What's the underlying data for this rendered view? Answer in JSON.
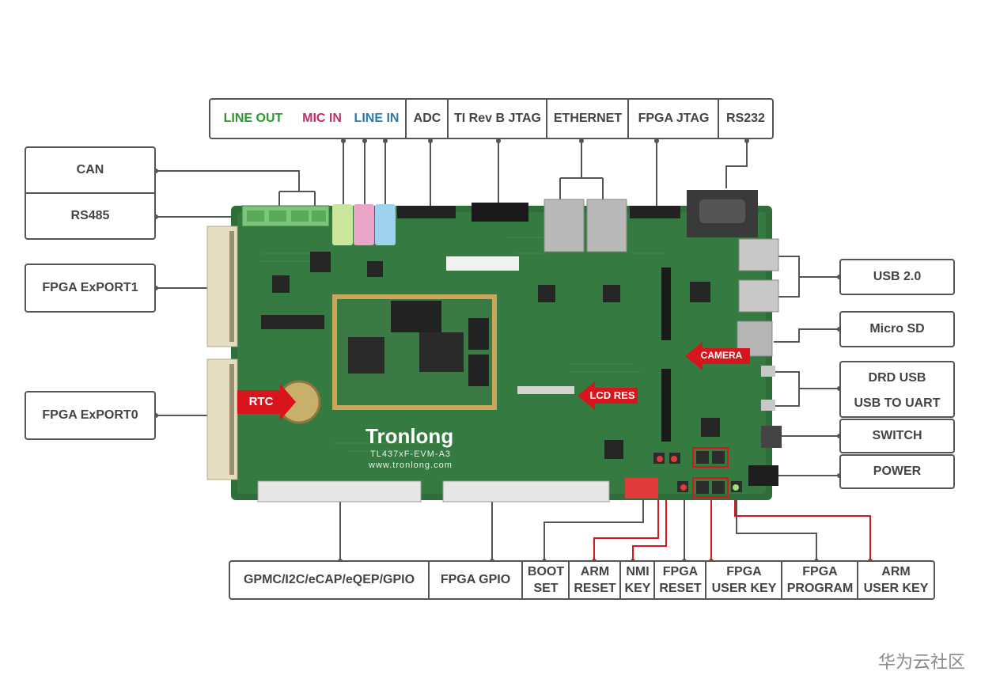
{
  "board": {
    "brand": "Tronlong",
    "model": "TL437xF-EVM-A3",
    "website": "www.tronlong.com",
    "callouts": {
      "rtc": "RTC",
      "lcd_res": "LCD RES",
      "camera": "CAMERA"
    }
  },
  "top_labels": {
    "line_out": "LINE OUT",
    "mic_in": "MIC IN",
    "line_in": "LINE IN",
    "adc": "ADC",
    "ti_jtag": "TI Rev B JTAG",
    "ethernet": "ETHERNET",
    "fpga_jtag": "FPGA JTAG",
    "rs232": "RS232"
  },
  "left_labels": {
    "can": "CAN",
    "rs485": "RS485",
    "fpga_export1": "FPGA ExPORT1",
    "fpga_export0": "FPGA ExPORT0"
  },
  "right_labels": {
    "usb2": "USB 2.0",
    "micro_sd": "Micro SD",
    "drd_usb": "DRD USB",
    "usb_to_uart": "USB TO UART",
    "switch": "SWITCH",
    "power": "POWER"
  },
  "bottom_labels": {
    "gpmc": "GPMC/I2C/eCAP/eQEP/GPIO",
    "fpga_gpio": "FPGA GPIO",
    "boot_set": [
      "BOOT",
      "SET"
    ],
    "arm_reset": [
      "ARM",
      "RESET"
    ],
    "nmi_key": [
      "NMI",
      "KEY"
    ],
    "fpga_reset": [
      "FPGA",
      "RESET"
    ],
    "fpga_user_key": [
      "FPGA",
      "USER KEY"
    ],
    "fpga_program": [
      "FPGA",
      "PROGRAM"
    ],
    "arm_user_key": [
      "ARM",
      "USER KEY"
    ]
  },
  "watermark": "华为云社区",
  "colors": {
    "line_out": "#2a9a2a",
    "mic_in": "#c0306a",
    "line_in": "#2a7ab0",
    "board": "#2f6e3a",
    "callout": "#d8141c",
    "frame": "#555555"
  }
}
